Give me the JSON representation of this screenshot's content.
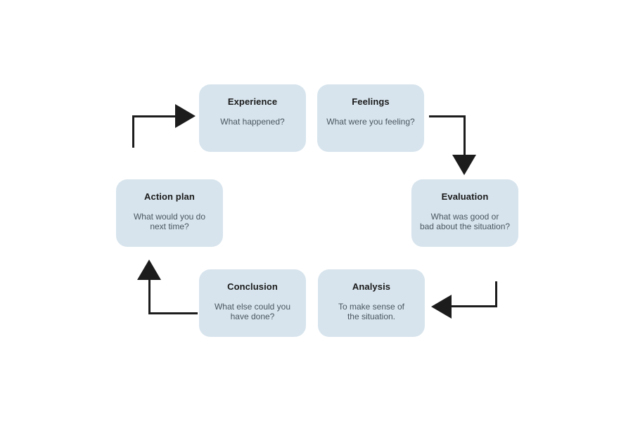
{
  "diagram": {
    "background_color": "#ffffff",
    "node_fill_color": "#d7e4ed",
    "title_text_color": "#1b1b1b",
    "body_text_color": "#4a5560",
    "arrow_color": "#1c1c1c",
    "nodes": [
      {
        "id": "experience",
        "title": "Experience",
        "description": "What happened?"
      },
      {
        "id": "feelings",
        "title": "Feelings",
        "description": "What were you feeling?"
      },
      {
        "id": "evaluation",
        "title": "Evaluation",
        "description": "What was good or\nbad about the situation?"
      },
      {
        "id": "analysis",
        "title": "Analysis",
        "description": "To make sense of\nthe situation."
      },
      {
        "id": "conclusion",
        "title": "Conclusion",
        "description": "What else could you\nhave done?"
      },
      {
        "id": "action-plan",
        "title": "Action plan",
        "description": "What would you do\nnext time?"
      }
    ],
    "connections": [
      {
        "from": "Action plan",
        "to": "Experience",
        "arrowhead": "right"
      },
      {
        "from": "Feelings",
        "to": "Evaluation",
        "arrowhead": "down"
      },
      {
        "from": "Evaluation",
        "to": "Analysis",
        "arrowhead": "left"
      },
      {
        "from": "Conclusion",
        "to": "Action plan",
        "arrowhead": "up"
      }
    ]
  }
}
